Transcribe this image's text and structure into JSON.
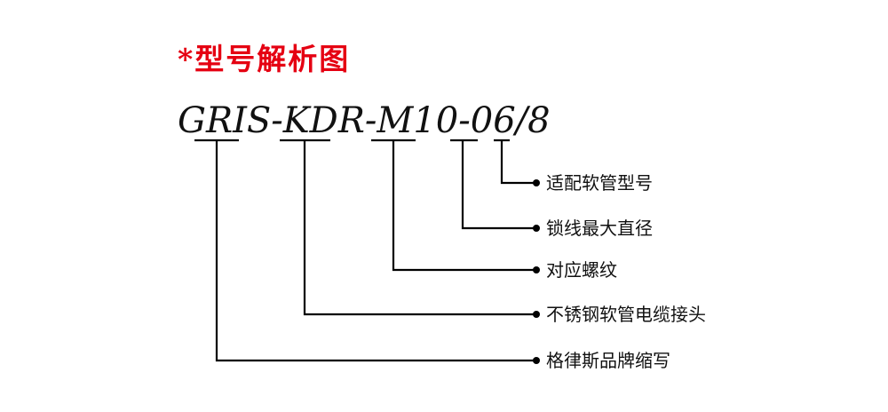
{
  "title": "*型号解析图",
  "model": {
    "segments": [
      "GRIS",
      "-",
      "KDR",
      "-",
      "M10",
      "-",
      "06",
      "/",
      "8"
    ]
  },
  "callouts": [
    "适配软管型号",
    "锁线最大直径",
    "对应螺纹",
    "不锈钢软管电缆接头",
    "格律斯品牌缩写"
  ],
  "colors": {
    "title": "#e50012",
    "line": "#000000",
    "text": "#111111"
  }
}
